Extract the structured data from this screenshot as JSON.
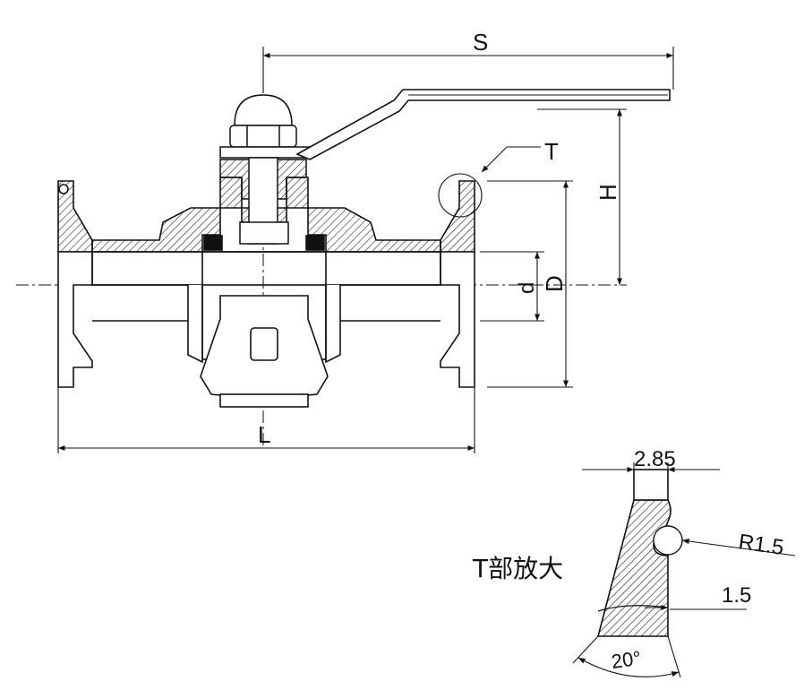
{
  "dimensions": {
    "s": "S",
    "h": "H",
    "t": "T",
    "d_small": "d",
    "d_large": "D",
    "l": "L"
  },
  "detail": {
    "title": "T部放大",
    "width": "2.85",
    "radius": "R1.5",
    "thickness": "1.5",
    "angle": "20°"
  },
  "colors": {
    "line": "#111111",
    "hatch": "#222222",
    "background": "#ffffff"
  }
}
